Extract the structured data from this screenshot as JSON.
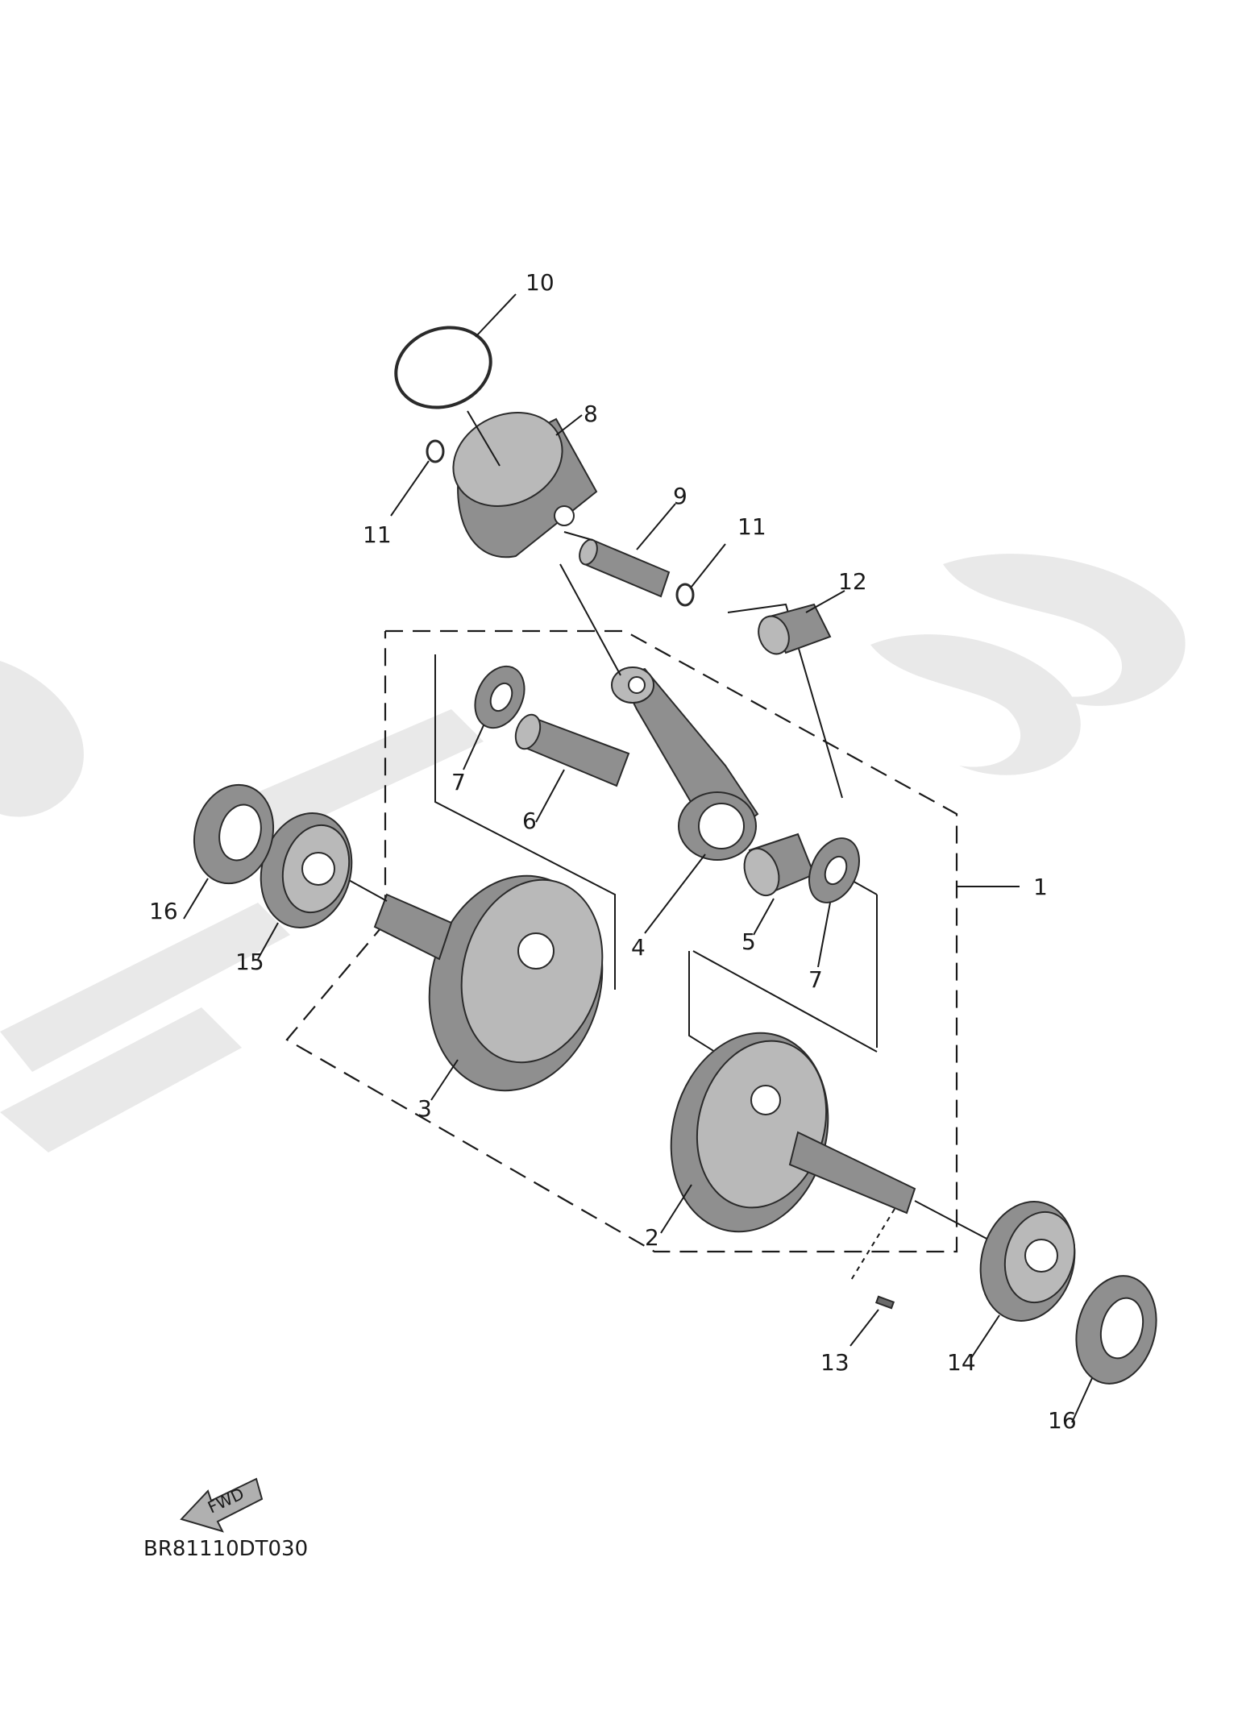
{
  "diagram": {
    "title": "Crankshaft & Piston exploded parts diagram",
    "drawing_code": "BR81110DT030",
    "fwd_label": "FWD",
    "callouts": {
      "c1": "1",
      "c2": "2",
      "c3": "3",
      "c4": "4",
      "c5": "5",
      "c6": "6",
      "c7a": "7",
      "c7b": "7",
      "c8": "8",
      "c9": "9",
      "c10": "10",
      "c11a": "11",
      "c11b": "11",
      "c12": "12",
      "c13": "13",
      "c14": "14",
      "c15": "15",
      "c16a": "16",
      "c16b": "16"
    }
  }
}
